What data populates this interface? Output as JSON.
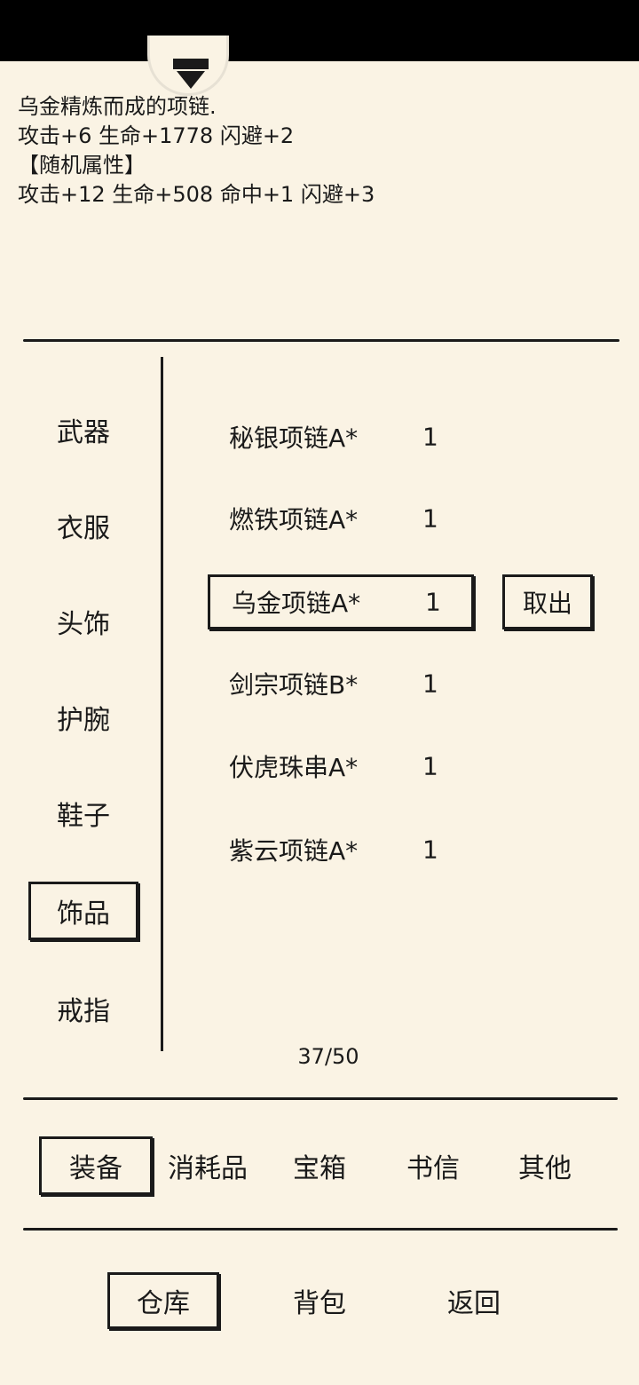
{
  "item_detail": {
    "description": "乌金精炼而成的项链.",
    "base_stats": "攻击+6 生命+1778 闪避+2",
    "random_header": "【随机属性】",
    "random_stats": "攻击+12 生命+508 命中+1 闪避+3"
  },
  "categories": [
    {
      "label": "武器"
    },
    {
      "label": "衣服"
    },
    {
      "label": "头饰"
    },
    {
      "label": "护腕"
    },
    {
      "label": "鞋子"
    },
    {
      "label": "饰品"
    },
    {
      "label": "戒指"
    }
  ],
  "selected_category": "饰品",
  "items": [
    {
      "name": "秘银项链A*",
      "qty": "1"
    },
    {
      "name": "燃铁项链A*",
      "qty": "1"
    },
    {
      "name": "乌金项链A*",
      "qty": "1"
    },
    {
      "name": "剑宗项链B*",
      "qty": "1"
    },
    {
      "name": "伏虎珠串A*",
      "qty": "1"
    },
    {
      "name": "紫云项链A*",
      "qty": "1"
    }
  ],
  "selected_item": "乌金项链A*",
  "take_out_label": "取出",
  "page_count": "37/50",
  "tabs": [
    {
      "label": "装备"
    },
    {
      "label": "消耗品"
    },
    {
      "label": "宝箱"
    },
    {
      "label": "书信"
    },
    {
      "label": "其他"
    }
  ],
  "selected_tab": "装备",
  "bottom_buttons": [
    {
      "label": "仓库"
    },
    {
      "label": "背包"
    },
    {
      "label": "返回"
    }
  ],
  "selected_bottom": "仓库",
  "colors": {
    "background": "#faf3e4",
    "ink": "#1a1a1a",
    "status_bar": "#000000"
  }
}
